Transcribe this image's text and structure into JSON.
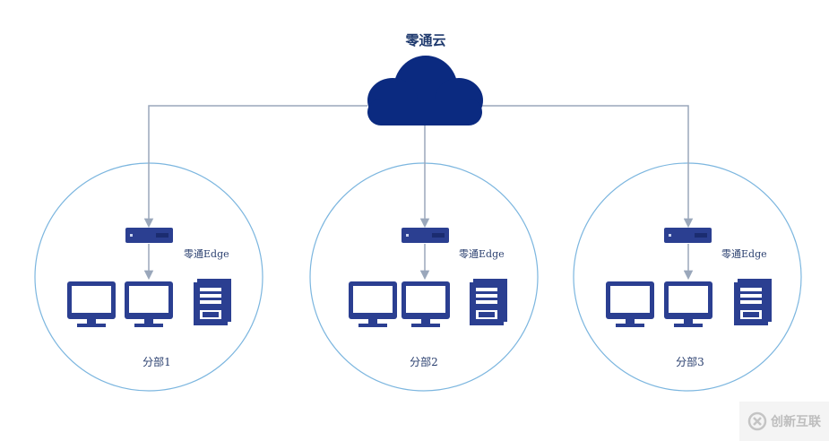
{
  "cloud": {
    "title": "零通云",
    "icon": "cloud-icon",
    "color": "#0b2a80"
  },
  "branches": [
    {
      "edge_label": "零通Edge",
      "label": "分部1"
    },
    {
      "edge_label": "零通Edge",
      "label": "分部2"
    },
    {
      "edge_label": "零通Edge",
      "label": "分部3"
    }
  ],
  "colors": {
    "accent": "#2b3f91",
    "line": "#9aa7bb",
    "circle": "#7cb6df"
  },
  "watermark": {
    "text": "创新互联"
  }
}
